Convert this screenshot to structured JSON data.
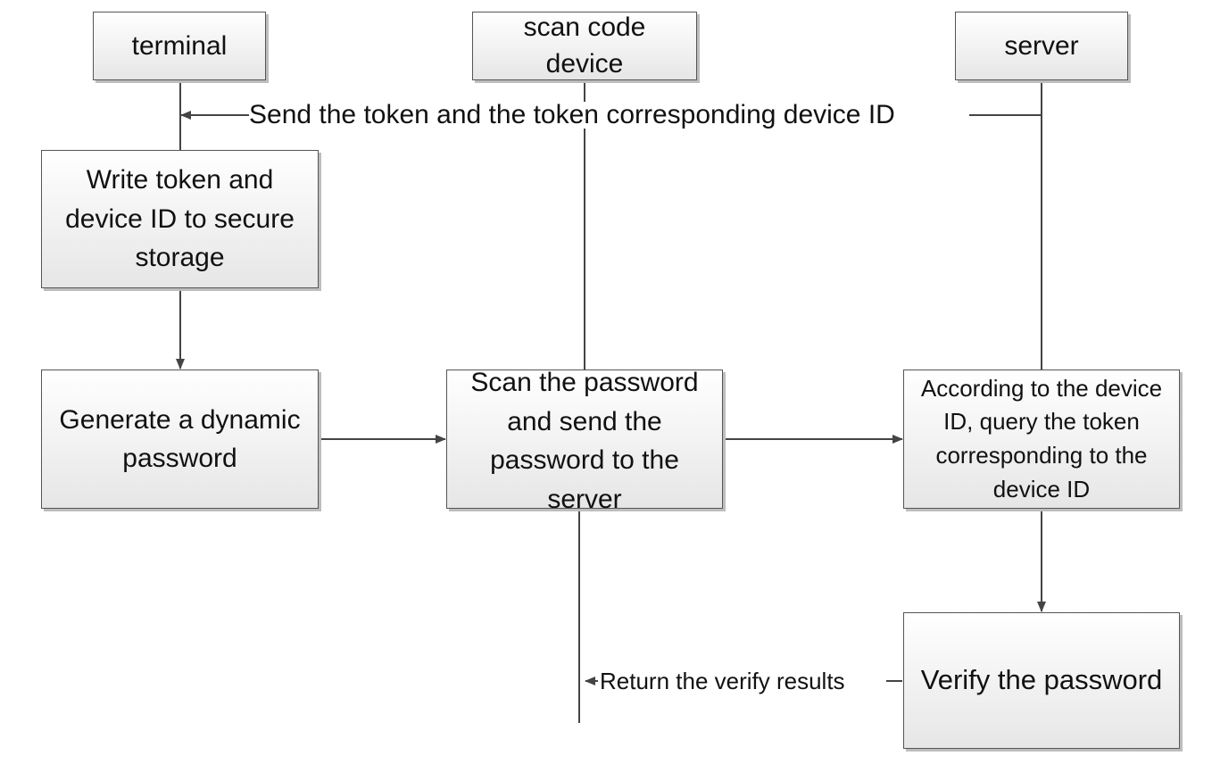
{
  "participants": {
    "terminal": "terminal",
    "scanner": "scan code device",
    "server": "server"
  },
  "steps": {
    "write_token": "Write token and device ID to secure storage",
    "generate_password": "Generate a dynamic password",
    "scan_password": "Scan the password and send the password to the server",
    "query_token": "According to the device ID, query the token corresponding to the device ID",
    "verify_password": "Verify the password"
  },
  "messages": {
    "send_token": "Send the token and the token corresponding device ID",
    "return_results": "Return the verify results"
  },
  "colors": {
    "line": "#444444",
    "box_border": "#555555",
    "box_fill_top": "#ffffff",
    "box_fill_bottom": "#e6e6e6"
  }
}
